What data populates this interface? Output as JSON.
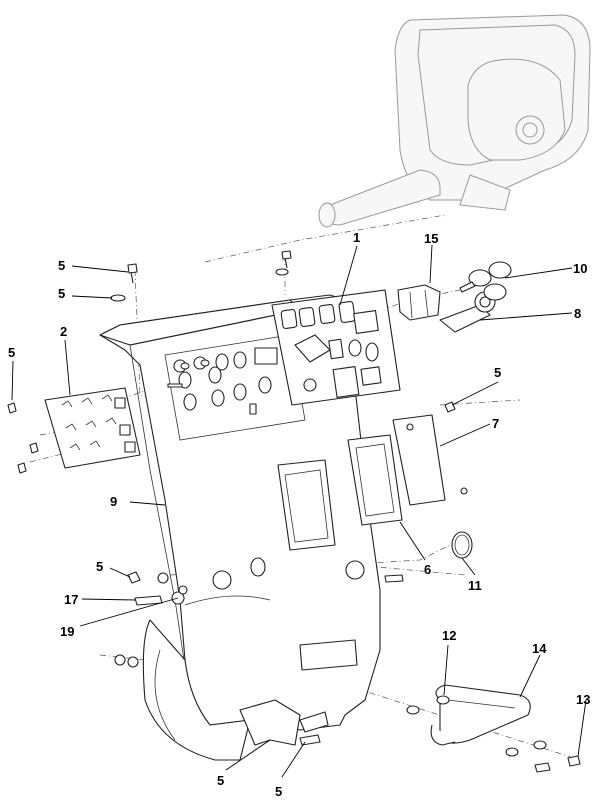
{
  "labels": [
    {
      "id": "callout-1",
      "text": "1"
    },
    {
      "id": "callout-2",
      "text": "2"
    },
    {
      "id": "callout-5a",
      "text": "5"
    },
    {
      "id": "callout-5b",
      "text": "5"
    },
    {
      "id": "callout-5c",
      "text": "5"
    },
    {
      "id": "callout-5d",
      "text": "5"
    },
    {
      "id": "callout-5e",
      "text": "5"
    },
    {
      "id": "callout-5f",
      "text": "5"
    },
    {
      "id": "callout-5g",
      "text": "5"
    },
    {
      "id": "callout-6",
      "text": "6"
    },
    {
      "id": "callout-7",
      "text": "7"
    },
    {
      "id": "callout-8",
      "text": "8"
    },
    {
      "id": "callout-9",
      "text": "9"
    },
    {
      "id": "callout-10",
      "text": "10"
    },
    {
      "id": "callout-11",
      "text": "11"
    },
    {
      "id": "callout-12",
      "text": "12"
    },
    {
      "id": "callout-13",
      "text": "13"
    },
    {
      "id": "callout-14",
      "text": "14"
    },
    {
      "id": "callout-15",
      "text": "15"
    },
    {
      "id": "callout-17",
      "text": "17"
    },
    {
      "id": "callout-19",
      "text": "19"
    }
  ]
}
